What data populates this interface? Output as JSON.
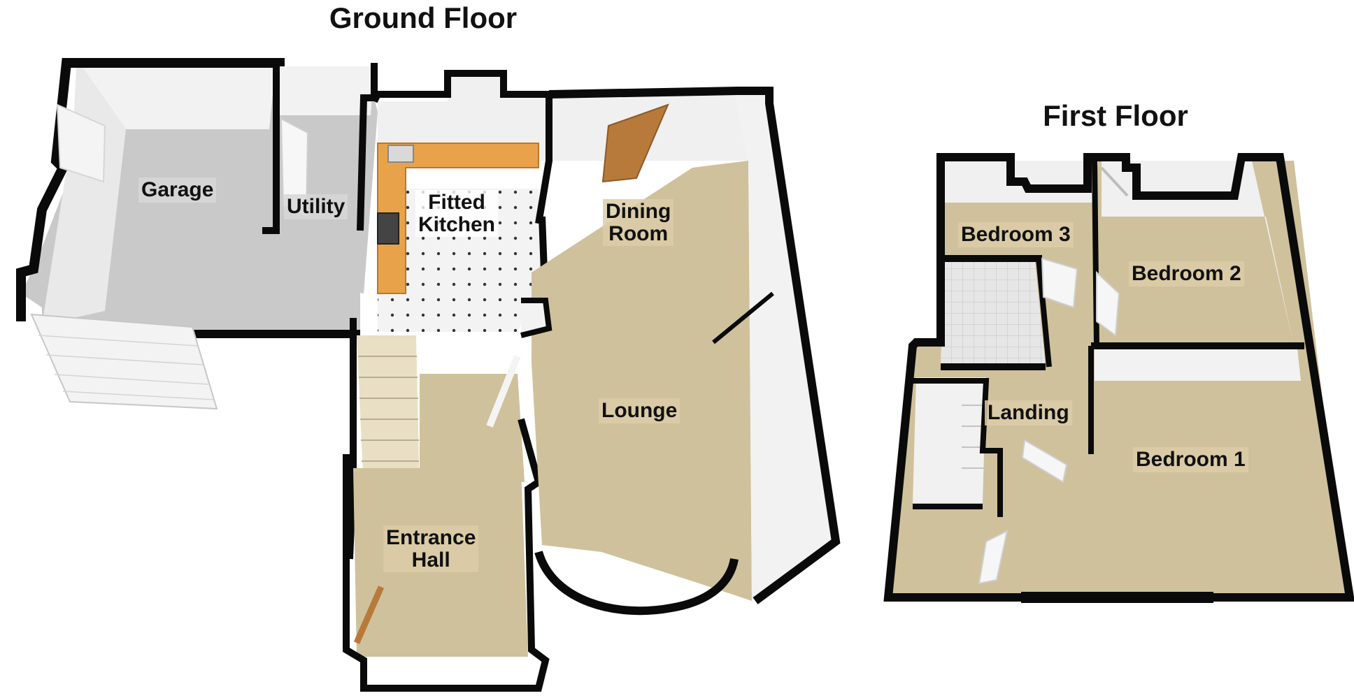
{
  "floors": [
    {
      "title": "Ground Floor",
      "rooms": [
        {
          "name": "Garage"
        },
        {
          "name": "Utility"
        },
        {
          "name": "Fitted\nKitchen"
        },
        {
          "name": "Dining\nRoom"
        },
        {
          "name": "Lounge"
        },
        {
          "name": "Entrance\nHall"
        }
      ]
    },
    {
      "title": "First Floor",
      "rooms": [
        {
          "name": "Bedroom 3"
        },
        {
          "name": "Bedroom 2"
        },
        {
          "name": "Landing"
        },
        {
          "name": "Bedroom 1"
        }
      ]
    }
  ],
  "colors": {
    "wall": "#0a0a0a",
    "carpet": "#cfc19b",
    "concrete": "#c9c9c9",
    "tile": "#f2f2f2",
    "worktop": "#e8a24a",
    "door": "#b87a3a",
    "wall_inner": "#f4f4f4"
  }
}
